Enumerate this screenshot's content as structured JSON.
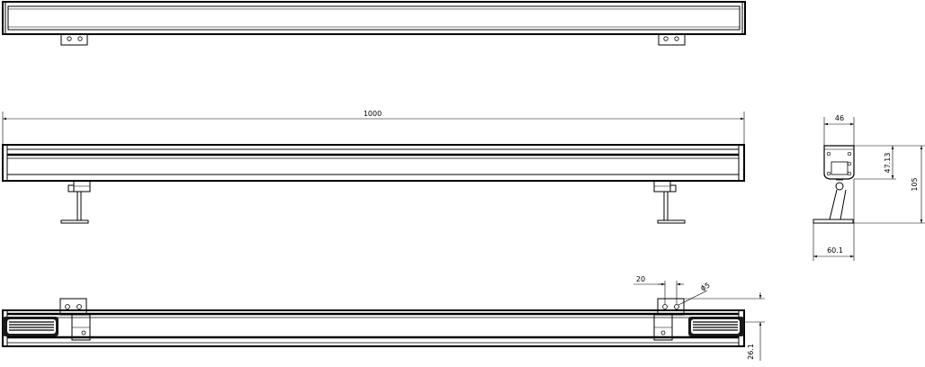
{
  "dimensions": {
    "length": "1000",
    "width_top": "46",
    "height_body": "47.13",
    "height_total": "105",
    "base_width": "60.1",
    "hole_spacing": "20",
    "hole_diameter": "ϕ5",
    "bottom_offset": "26.1"
  }
}
